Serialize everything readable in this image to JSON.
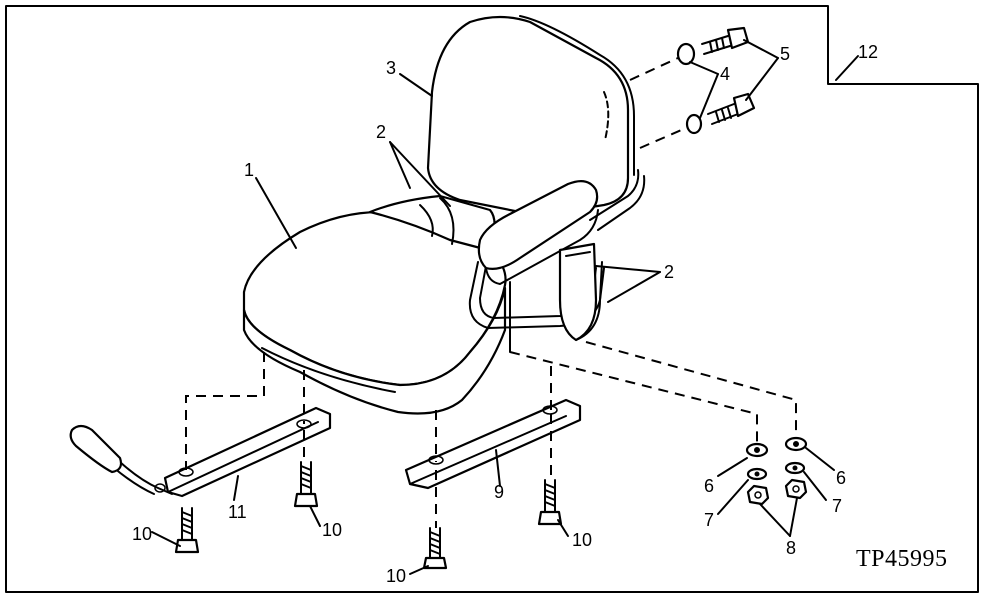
{
  "diagram": {
    "drawing_code": "TP45995",
    "callouts": {
      "seat_cushion": "1",
      "armrest_upper": "2",
      "armrest_lower": "2",
      "backrest": "3",
      "washer_4": "4",
      "bolt_5": "5",
      "washer_6_left": "6",
      "washer_6_right": "6",
      "washer_7_left": "7",
      "washer_7_right": "7",
      "nut_8": "8",
      "rail_9": "9",
      "bolt_10_a": "10",
      "bolt_10_b": "10",
      "bolt_10_c": "10",
      "bolt_10_d": "10",
      "rail_11": "11",
      "frame_12": "12"
    }
  }
}
